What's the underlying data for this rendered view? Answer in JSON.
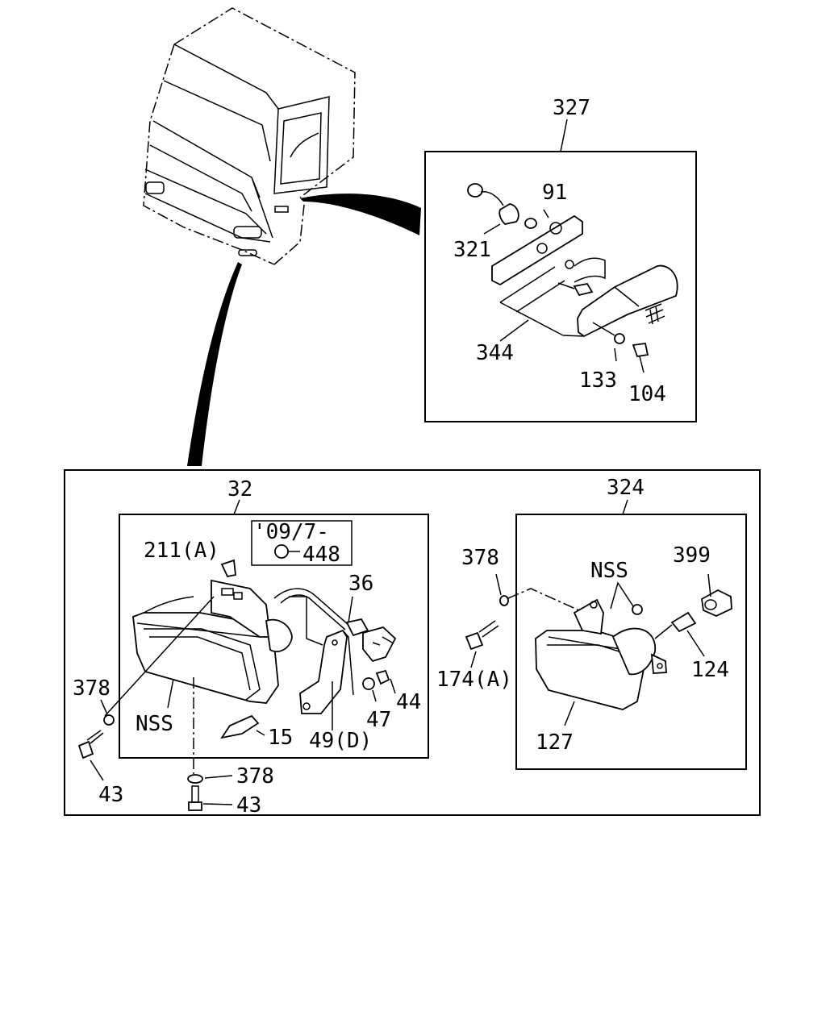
{
  "labels": {
    "p327": "327",
    "p91": "91",
    "p321": "321",
    "p344": "344",
    "p133": "133",
    "p104": "104",
    "p32": "32",
    "p09": "'09/7-",
    "p448": "448",
    "p211": "211(A)",
    "p36": "36",
    "p378_left": "378",
    "nss_left": "NSS",
    "p15": "15",
    "p49": "49(D)",
    "p47": "47",
    "p44": "44",
    "p43_left": "43",
    "p378_bottom": "378",
    "p43_bottom": "43",
    "p324": "324",
    "p378_right": "378",
    "nss_right": "NSS",
    "p399": "399",
    "p174": "174(A)",
    "p124": "124",
    "p127": "127"
  }
}
